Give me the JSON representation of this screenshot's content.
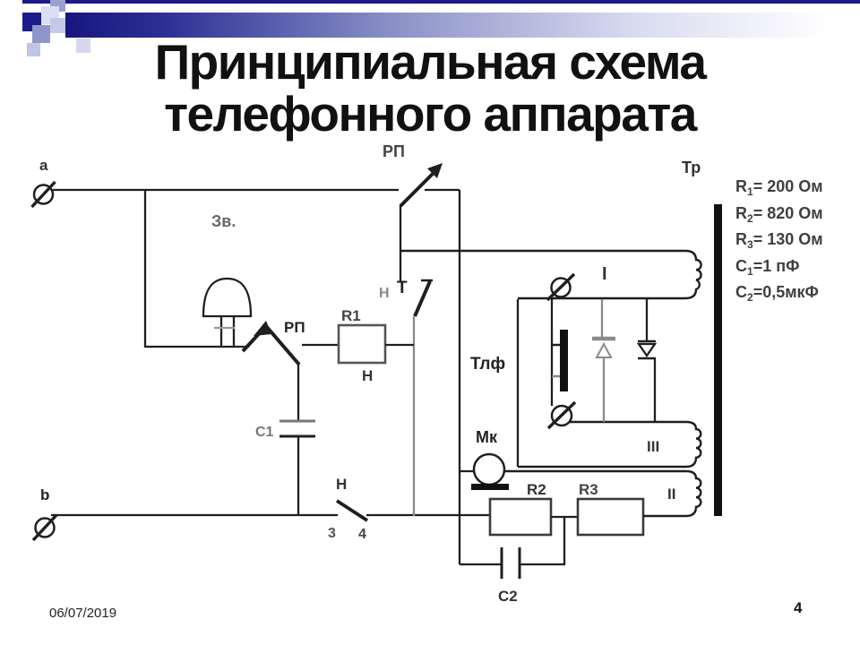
{
  "slide": {
    "title_line1": "Принципиальная схема",
    "title_line2": "телефонного аппарата",
    "date": "06/07/2019",
    "page_number": "4"
  },
  "diagram": {
    "labels": {
      "terminal_a": "a",
      "terminal_b": "b",
      "bell": "Зв.",
      "rp_top": "РП",
      "rp_lower": "РП",
      "transformer": "Тр",
      "ht_h": "Н",
      "ht_t": "Т",
      "r1": "R1",
      "r1_h": "Н",
      "tlf": "Тлф",
      "winding_1": "I",
      "winding_3": "III",
      "winding_2": "II",
      "mk": "Мк",
      "c1": "C1",
      "c2": "C2",
      "hook_h": "Н",
      "hook_3": "3",
      "hook_4": "4",
      "r2": "R2",
      "r3": "R3"
    },
    "values": [
      {
        "name": "R",
        "sub": "1",
        "rest": "= 200 Ом"
      },
      {
        "name": "R",
        "sub": "2",
        "rest": "= 820 Ом"
      },
      {
        "name": "R",
        "sub": "3",
        "rest": "= 130 Ом"
      },
      {
        "name": "C",
        "sub": "1",
        "rest": "=1 пФ"
      },
      {
        "name": "C",
        "sub": "2",
        "rest": "=0,5мкФ"
      }
    ]
  },
  "colors": {
    "accent_navy": "#1b1b8a",
    "gradient_mid": "#8d93c8",
    "line_black": "#1f1f1f",
    "line_gray": "#8a8a8a",
    "title_text": "#111111",
    "values_text": "#3f3f3f"
  }
}
